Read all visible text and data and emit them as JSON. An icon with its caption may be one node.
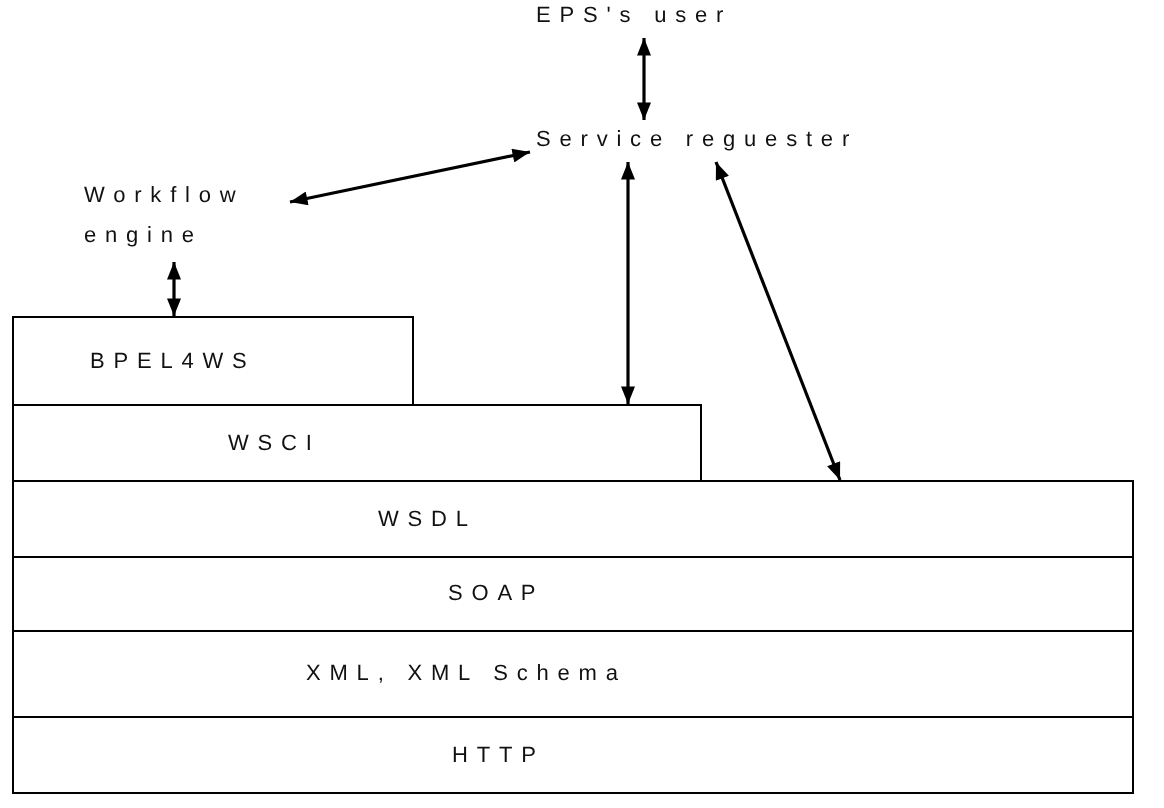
{
  "diagram": {
    "nodes": [
      {
        "text": [
          "EPS's user"
        ]
      },
      {
        "text": [
          "Service reguester"
        ]
      },
      {
        "text": [
          "Workflow engine"
        ]
      },
      {
        "text": [
          "BPEL4WS"
        ]
      },
      {
        "text": [
          "WSCI"
        ]
      },
      {
        "text": [
          "WSDL"
        ]
      },
      {
        "text": [
          "SOAP"
        ]
      },
      {
        "text": [
          "XML, XML Schema"
        ]
      },
      {
        "text": [
          "HTTP"
        ]
      }
    ],
    "edges": [
      {
        "from": 0,
        "to": 1,
        "arrow": "both"
      },
      {
        "from": 2,
        "to": 1,
        "arrow": "both"
      },
      {
        "from": 2,
        "to": 3,
        "arrow": "both"
      },
      {
        "from": 1,
        "to": 4,
        "arrow": "both"
      },
      {
        "from": 1,
        "to": 5,
        "arrow": "both"
      }
    ]
  }
}
